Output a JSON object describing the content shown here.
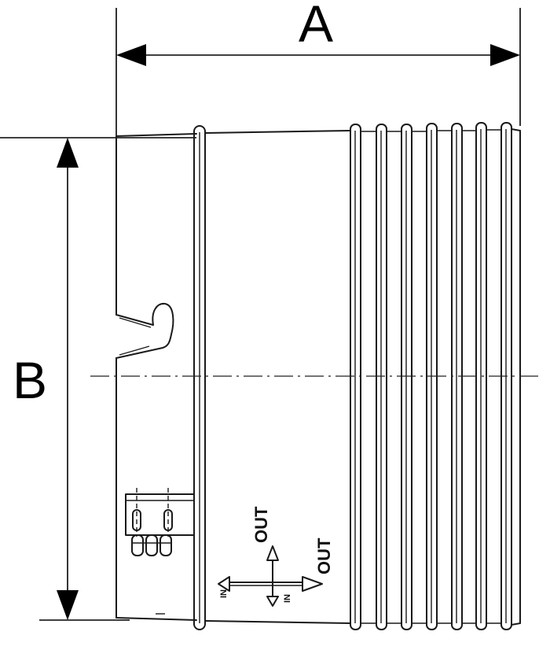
{
  "dimensions": {
    "width_label": "A",
    "height_label": "B"
  },
  "flow_marks": {
    "out_up": "OUT",
    "out_right": "OUT",
    "in_left": "IN",
    "in_down": "IN"
  },
  "colors": {
    "line": "#1a1a1a",
    "background": "#ffffff"
  }
}
